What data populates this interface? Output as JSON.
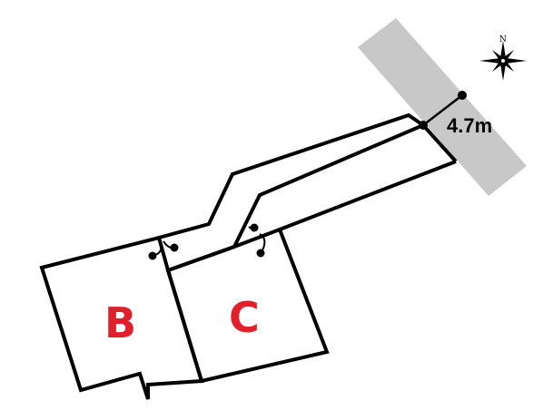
{
  "site_plan": {
    "road": {
      "width_label": "4.7m",
      "fill_color": "#c8c8c8"
    },
    "lots": [
      {
        "label": "B",
        "label_color": "#e0202a"
      },
      {
        "label": "C",
        "label_color": "#e0202a"
      }
    ],
    "compass": {
      "north_label": "N",
      "icon": "compass-rose-icon"
    },
    "line_color": "#000000"
  }
}
